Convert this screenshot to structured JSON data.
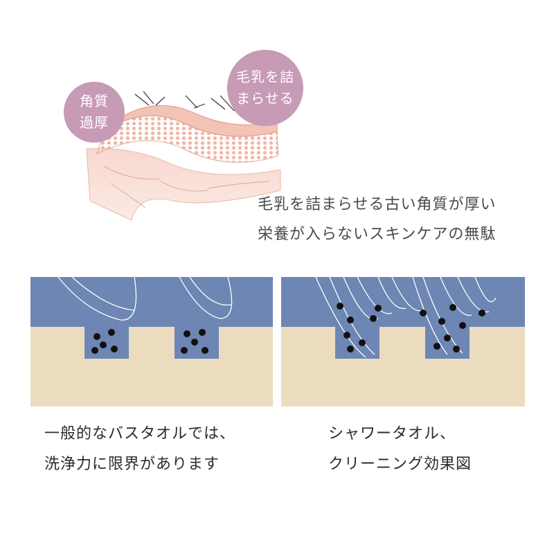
{
  "colors": {
    "bubble": "#c79ab6",
    "skin_blue": "#6d86b3",
    "skin_beige": "#ecdcbf",
    "dot": "#111111",
    "hair": "#ffffff",
    "skin_pink": "#f2c9c2"
  },
  "skin_illustration": {
    "bubble_left": [
      "角質",
      "過厚"
    ],
    "bubble_right": [
      "毛乳を詰",
      "まらせる"
    ]
  },
  "top_caption": {
    "line1": "毛乳を詰まらせる古い角質が厚い",
    "line2": "栄養が入らないスキンケアの無駄"
  },
  "panels": [
    {
      "caption_line1": "一般的なバスタオルでは、",
      "caption_line2": "洗浄力に限界があります"
    },
    {
      "caption_line1": "シャワータオル、",
      "caption_line2": "クリーニング効果図"
    }
  ]
}
